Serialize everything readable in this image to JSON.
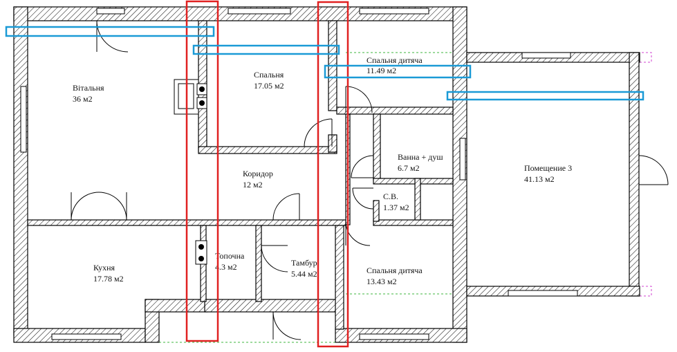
{
  "rooms": {
    "vitalnia": {
      "name": "Вітальня",
      "area": "36 м2"
    },
    "spalnia": {
      "name": "Спальня",
      "area": "17.05 м2"
    },
    "spalnia_dytiacha_1": {
      "name": "Спальня дитяча",
      "area": "11.49 м2"
    },
    "koridor": {
      "name": "Коридор",
      "area": "12 м2"
    },
    "vanna": {
      "name": "Ванна + душ",
      "area": "6.7 м2"
    },
    "sv": {
      "name": "С.В.",
      "area": "1.37 м2"
    },
    "pomeshchenie_3": {
      "name": "Помещение 3",
      "area": "41.13 м2"
    },
    "kukhnia": {
      "name": "Кухня",
      "area": "17.78 м2"
    },
    "topochna": {
      "name": "Топочна",
      "area": "4.3 м2"
    },
    "tambur": {
      "name": "Тамбур",
      "area": "5.44 м2"
    },
    "spalnia_dytiacha_2": {
      "name": "Спальня дитяча",
      "area": "13.43 м2"
    }
  },
  "colors": {
    "highlight_red": "#e02020",
    "highlight_blue": "#1a9ad6",
    "wall_line": "#000000",
    "dashed_green": "#3cb43c",
    "dashed_pink": "#d040d0"
  }
}
